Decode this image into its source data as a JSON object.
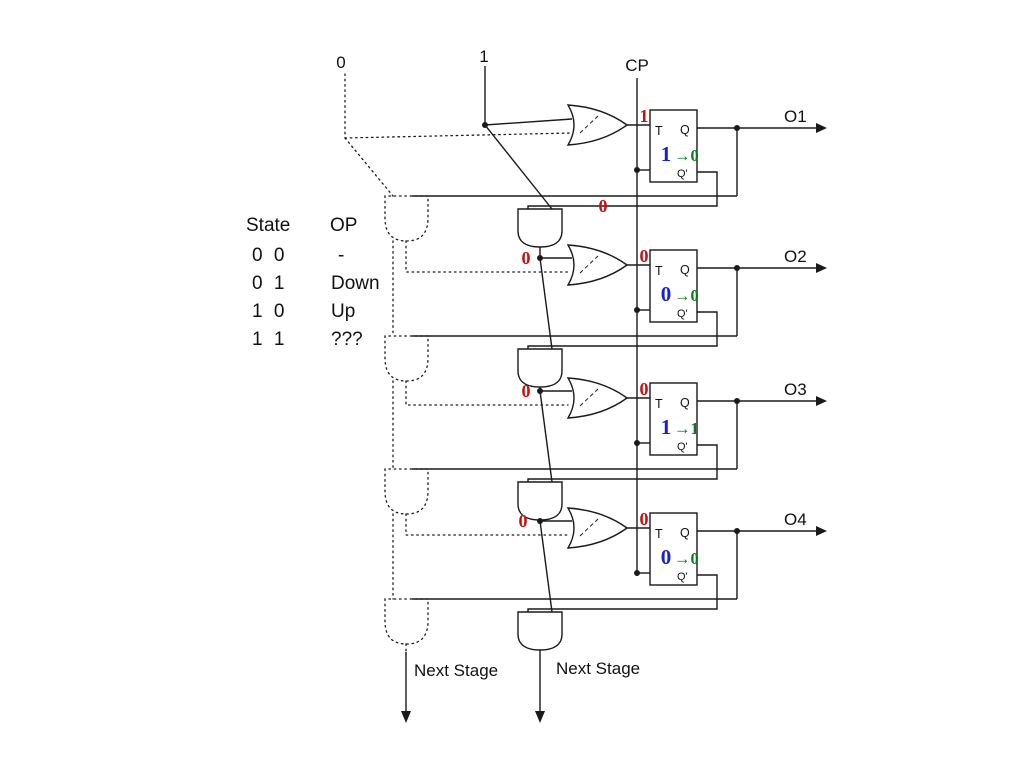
{
  "inputs": {
    "zero_label": "0",
    "one_label": "1",
    "clock_label": "CP"
  },
  "state_table": {
    "header_state": "State",
    "header_op": "OP",
    "rows": [
      {
        "state": "0 0",
        "op": "-"
      },
      {
        "state": "0 1",
        "op": "Down"
      },
      {
        "state": "1 0",
        "op": "Up"
      },
      {
        "state": "1 1",
        "op": "???"
      }
    ]
  },
  "flipflops": [
    {
      "t_label": "T",
      "q_label": "Q",
      "qprime_label": "Q'",
      "t_value": "1",
      "state": "1",
      "next": "→0",
      "output": "O1"
    },
    {
      "t_label": "T",
      "q_label": "Q",
      "qprime_label": "Q'",
      "t_value": "0",
      "state": "0",
      "next": "→0",
      "output": "O2"
    },
    {
      "t_label": "T",
      "q_label": "Q",
      "qprime_label": "Q'",
      "t_value": "0",
      "state": "1",
      "next": "→1",
      "output": "O3"
    },
    {
      "t_label": "T",
      "q_label": "Q",
      "qprime_label": "Q'",
      "t_value": "0",
      "state": "0",
      "next": "→0",
      "output": "O4"
    }
  ],
  "wire_values": {
    "qprime1": "0",
    "carry2": "0",
    "carry3": "0",
    "carry4": "0"
  },
  "next_stage": {
    "left": "Next Stage",
    "right": "Next Stage"
  },
  "colors": {
    "wire": "#1a1a1a",
    "t_value": "#c41111",
    "state": "#1822cc",
    "next": "#0a7a22"
  }
}
